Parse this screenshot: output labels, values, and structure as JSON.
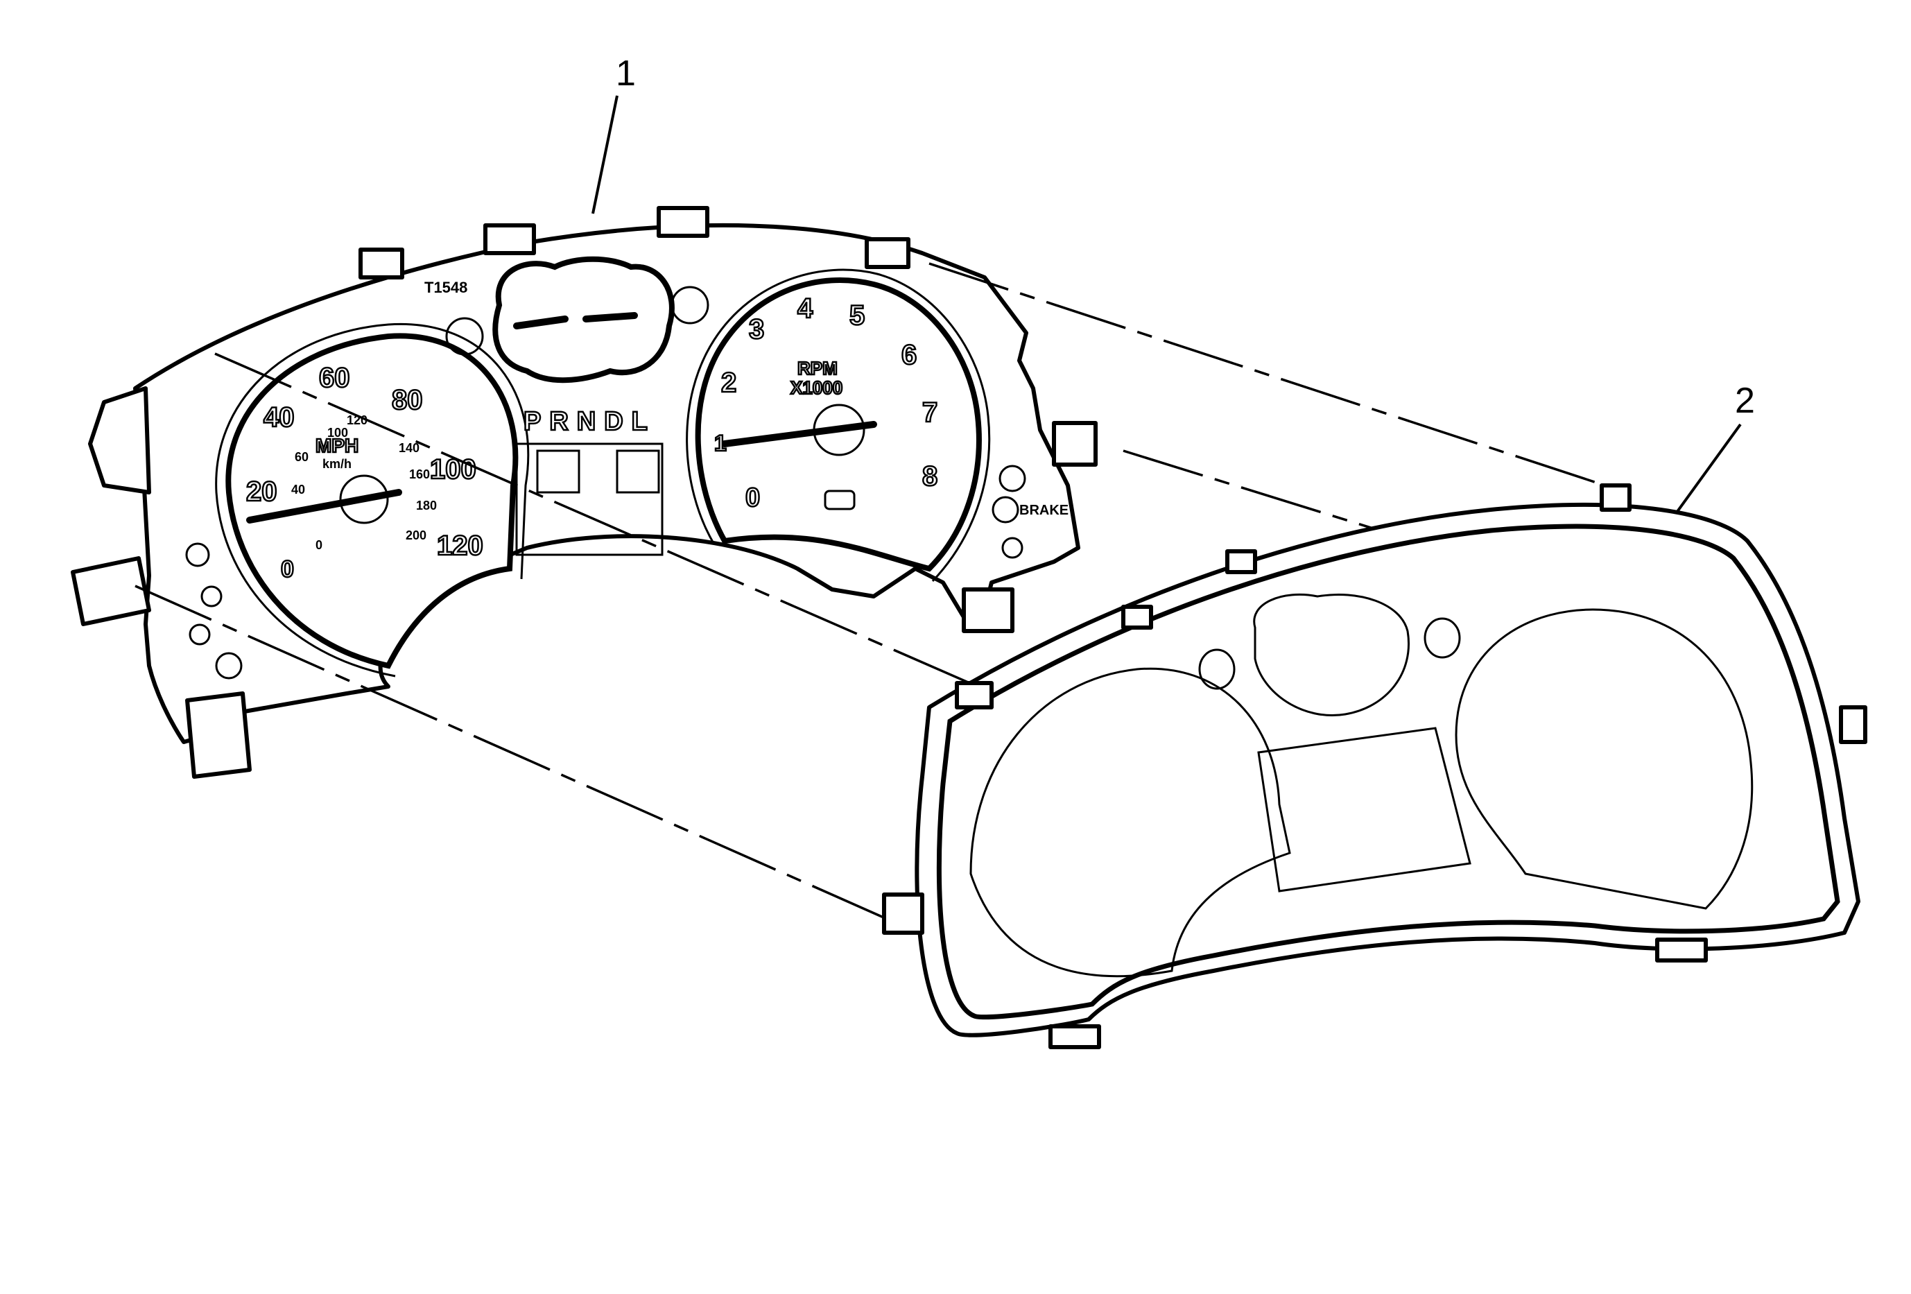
{
  "callouts": {
    "part1": "1",
    "part2": "2"
  },
  "speedometer": {
    "mph_labels": [
      "0",
      "20",
      "40",
      "60",
      "80",
      "100",
      "120"
    ],
    "kmh_labels": [
      "0",
      "40",
      "60",
      "100",
      "120",
      "140",
      "160",
      "180",
      "200"
    ],
    "unit_primary": "MPH",
    "unit_secondary": "km/h"
  },
  "tachometer": {
    "labels": [
      "0",
      "1",
      "2",
      "3",
      "4",
      "5",
      "6",
      "7",
      "8"
    ],
    "unit_primary": "RPM",
    "unit_secondary": "X1000"
  },
  "gear_indicator": "PRNDL",
  "part_code": "T1548",
  "brake_label": "BRAKE"
}
